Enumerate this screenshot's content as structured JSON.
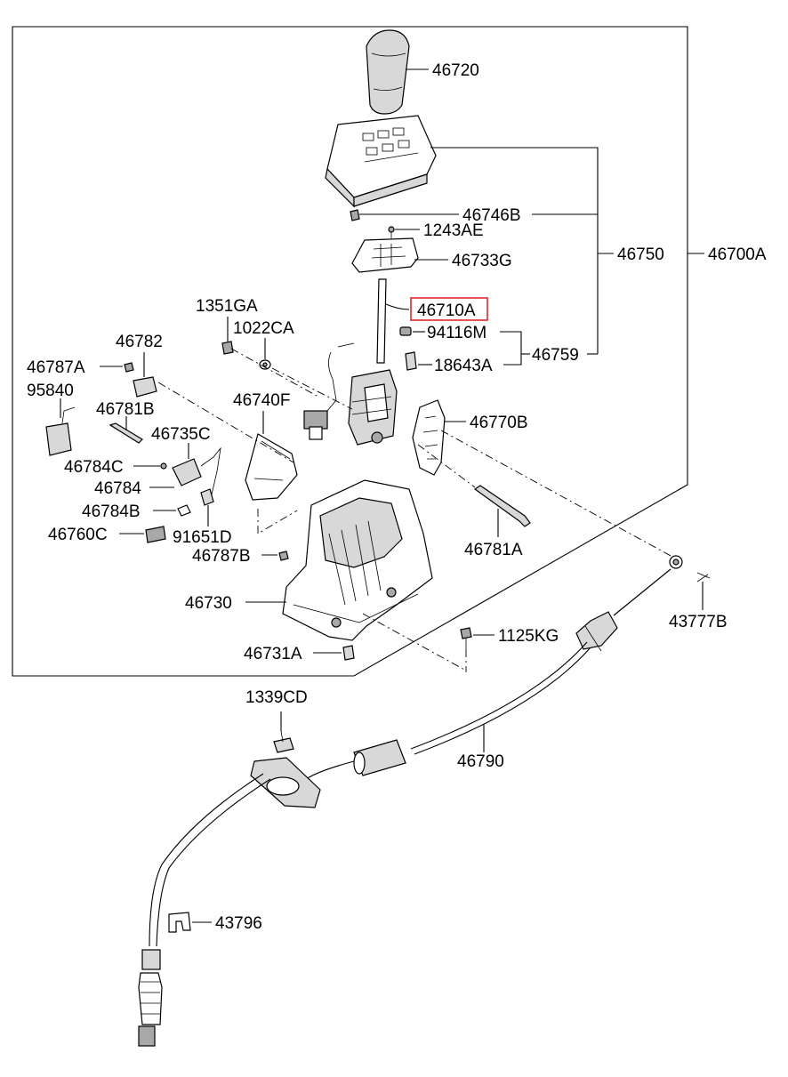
{
  "diagram": {
    "highlight_color": "#e0282e",
    "labels": {
      "p46720": "46720",
      "p46746B": "46746B",
      "p1243AE": "1243AE",
      "p46733G": "46733G",
      "p46750": "46750",
      "p46700A": "46700A",
      "p1351GA": "1351GA",
      "p1022CA": "1022CA",
      "p46710A": "46710A",
      "p94116M": "94116M",
      "p46782": "46782",
      "p46759": "46759",
      "p46787A": "46787A",
      "p18643A": "18643A",
      "p95840": "95840",
      "p46740F": "46740F",
      "p46781B": "46781B",
      "p46770B": "46770B",
      "p46735C": "46735C",
      "p46784C": "46784C",
      "p46784": "46784",
      "p46784B": "46784B",
      "p46760C": "46760C",
      "p91651D": "91651D",
      "p46787B": "46787B",
      "p46781A": "46781A",
      "p46730": "46730",
      "p43777B": "43777B",
      "p1125KG": "1125KG",
      "p46731A": "46731A",
      "p1339CD": "1339CD",
      "p46790": "46790",
      "p43796": "43796"
    }
  }
}
